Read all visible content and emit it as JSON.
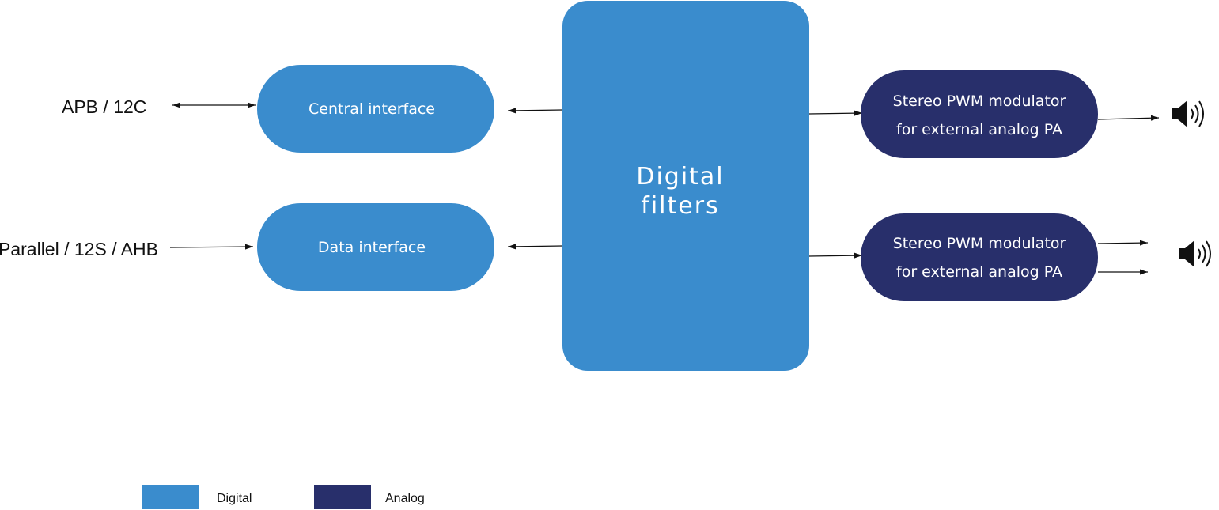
{
  "colors": {
    "digital": "#3a8ccd",
    "analog": "#282f6b",
    "line": "#111111",
    "text_on_block": "#ffffff"
  },
  "external": {
    "apb": "APB / 12C",
    "parallel": "Parallel / 12S / AHB"
  },
  "blocks": {
    "central": "Central interface",
    "data": "Data interface",
    "filters": [
      "Digital",
      "filters"
    ],
    "pwm_top": [
      "Stereo PWM modulator",
      "for external analog PA"
    ],
    "pwm_bottom": [
      "Stereo PWM modulator",
      "for external analog PA"
    ]
  },
  "icons": {
    "speaker_top": "speaker-icon",
    "speaker_bottom": "speaker-icon"
  },
  "legend": {
    "digital": "Digital",
    "analog": "Analog"
  }
}
